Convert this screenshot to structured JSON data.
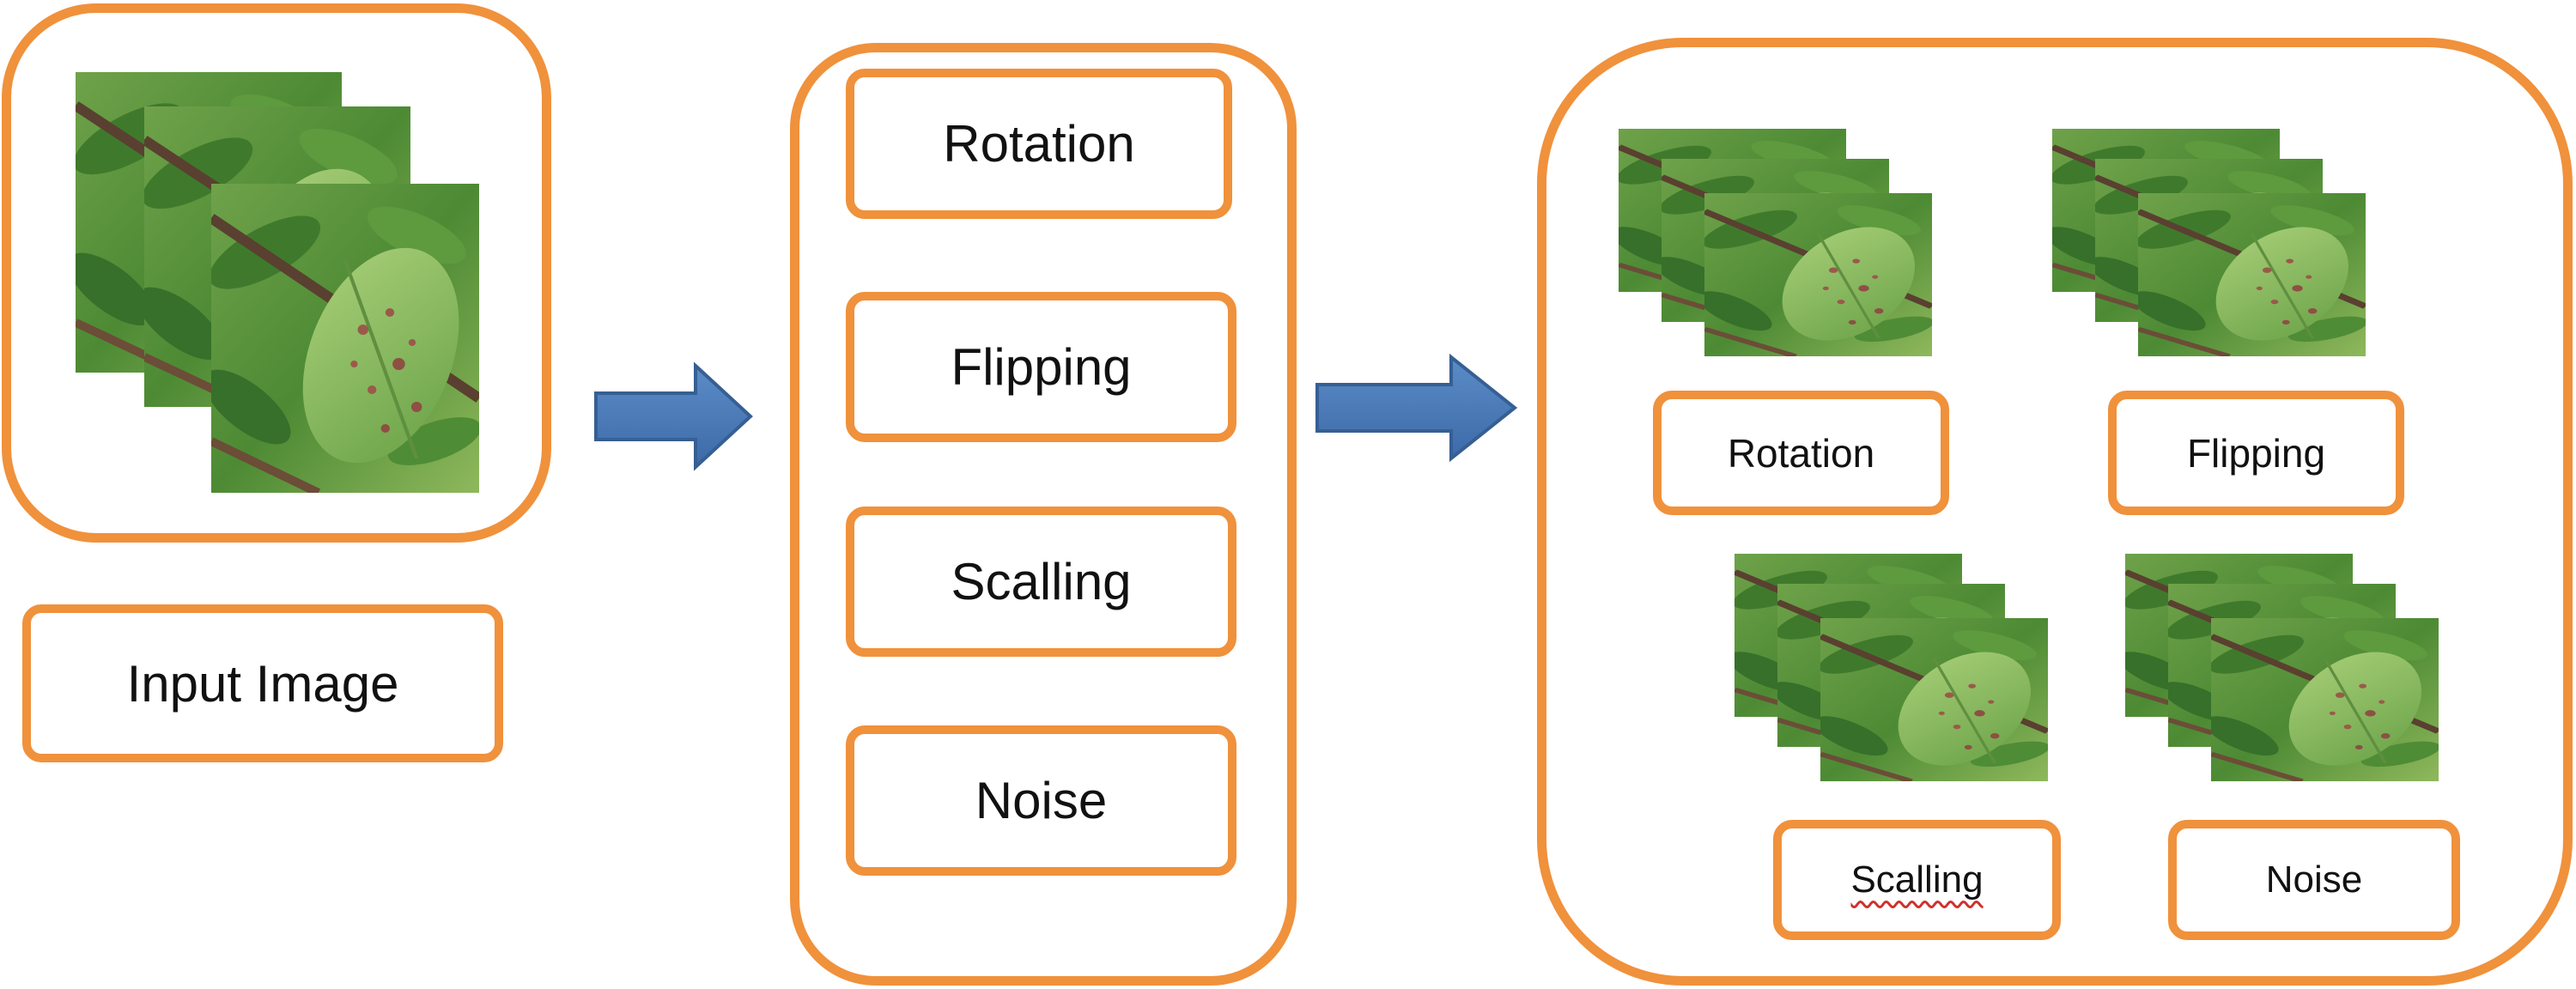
{
  "colors": {
    "border": "#f0913c",
    "arrow": "#4676b4",
    "arrow_outline": "#365f93",
    "leaf_dark": "#3f7a2c",
    "leaf_light": "#9cc66a",
    "background": "#ffffff"
  },
  "input": {
    "label": "Input Image",
    "image_icon": "leaf-stack-icon"
  },
  "methods": {
    "items": [
      {
        "label": "Rotation"
      },
      {
        "label": "Flipping"
      },
      {
        "label": "Scalling"
      },
      {
        "label": "Noise"
      }
    ]
  },
  "outputs": {
    "items": [
      {
        "label": "Rotation",
        "icon": "leaf-stack-icon"
      },
      {
        "label": "Flipping",
        "icon": "leaf-stack-icon"
      },
      {
        "label": "Scalling",
        "icon": "leaf-stack-icon"
      },
      {
        "label": "Noise",
        "icon": "leaf-stack-icon"
      }
    ]
  },
  "arrows": [
    {
      "icon": "right-arrow-icon"
    },
    {
      "icon": "right-arrow-icon"
    }
  ]
}
